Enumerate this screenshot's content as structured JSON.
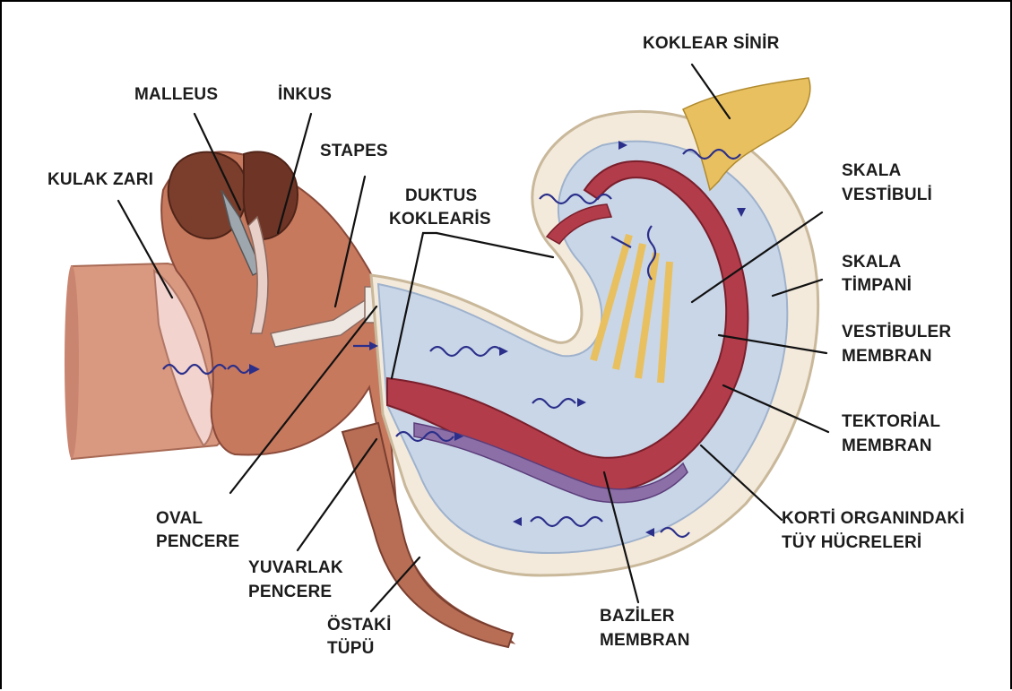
{
  "labels": {
    "koklear_sinir": "KOKLEAR SİNİR",
    "malleus": "MALLEUS",
    "inkus": "İNKUS",
    "stapes": "STAPES",
    "kulak_zari": "KULAK ZARI",
    "duktus_l1": "DUKTUS",
    "duktus_l2": "KOKLEARİS",
    "skala_vest_l1": "SKALA",
    "skala_vest_l2": "VESTİBULİ",
    "skala_timp_l1": "SKALA",
    "skala_timp_l2": "TİMPANİ",
    "vest_mem_l1": "VESTİBULER",
    "vest_mem_l2": "MEMBRAN",
    "tekt_l1": "TEKTORİAL",
    "tekt_l2": "MEMBRAN",
    "korti_l1": "KORTİ ORGANINDAKİ",
    "korti_l2": "TÜY HÜCRELERİ",
    "oval_l1": "OVAL",
    "oval_l2": "PENCERE",
    "yuvarlak_l1": "YUVARLAK",
    "yuvarlak_l2": "PENCERE",
    "ostaki_l1": "ÖSTAKİ",
    "ostaki_l2": "TÜPÜ",
    "baziler_l1": "BAZİLER",
    "baziler_l2": "MEMBRAN"
  },
  "colors": {
    "ear_canal": "#d99880",
    "bone_dark": "#8a4a3a",
    "fluid": "#c9d6e8",
    "duct": "#b23c4a",
    "nerve": "#e8c060",
    "wave": "#2b2f8a"
  }
}
